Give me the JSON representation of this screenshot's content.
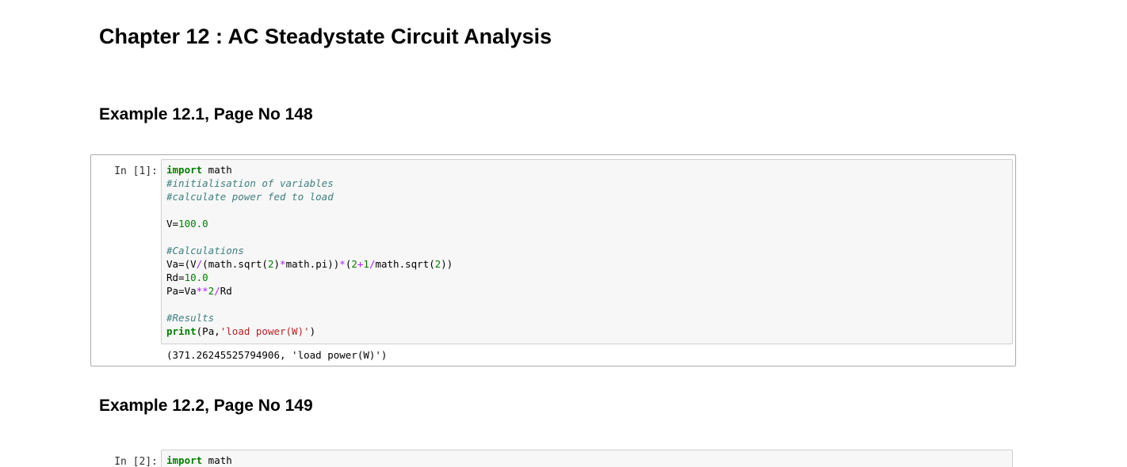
{
  "chapter_title": "Chapter 12 : AC Steadystate Circuit Analysis",
  "sections": [
    {
      "heading": "Example 12.1, Page No 148",
      "cell": {
        "prompt": "In [1]:",
        "code_lines": [
          [
            {
              "t": "kw",
              "v": "import"
            },
            {
              "t": "plain",
              "v": " math"
            }
          ],
          [
            {
              "t": "cm",
              "v": "#initialisation of variables"
            }
          ],
          [
            {
              "t": "cm",
              "v": "#calculate power fed to load"
            }
          ],
          [],
          [
            {
              "t": "plain",
              "v": "V"
            },
            {
              "t": "plain",
              "v": "="
            },
            {
              "t": "num",
              "v": "100.0"
            }
          ],
          [],
          [
            {
              "t": "cm",
              "v": "#Calculations"
            }
          ],
          [
            {
              "t": "plain",
              "v": "Va=(V"
            },
            {
              "t": "op",
              "v": "/"
            },
            {
              "t": "plain",
              "v": "(math.sqrt("
            },
            {
              "t": "num",
              "v": "2"
            },
            {
              "t": "plain",
              "v": ")"
            },
            {
              "t": "op",
              "v": "*"
            },
            {
              "t": "plain",
              "v": "math.pi))"
            },
            {
              "t": "op",
              "v": "*"
            },
            {
              "t": "plain",
              "v": "("
            },
            {
              "t": "num",
              "v": "2"
            },
            {
              "t": "op",
              "v": "+"
            },
            {
              "t": "num",
              "v": "1"
            },
            {
              "t": "op",
              "v": "/"
            },
            {
              "t": "plain",
              "v": "math.sqrt("
            },
            {
              "t": "num",
              "v": "2"
            },
            {
              "t": "plain",
              "v": "))"
            }
          ],
          [
            {
              "t": "plain",
              "v": "Rd="
            },
            {
              "t": "num",
              "v": "10.0"
            }
          ],
          [
            {
              "t": "plain",
              "v": "Pa=Va"
            },
            {
              "t": "op",
              "v": "**"
            },
            {
              "t": "num",
              "v": "2"
            },
            {
              "t": "op",
              "v": "/"
            },
            {
              "t": "plain",
              "v": "Rd"
            }
          ],
          [],
          [
            {
              "t": "cm",
              "v": "#Results"
            }
          ],
          [
            {
              "t": "kw",
              "v": "print"
            },
            {
              "t": "plain",
              "v": "(Pa,"
            },
            {
              "t": "str",
              "v": "'load power(W)'"
            },
            {
              "t": "plain",
              "v": ")"
            }
          ]
        ],
        "output": "(371.26245525794906, 'load power(W)')"
      }
    },
    {
      "heading": "Example 12.2, Page No 149",
      "cell": {
        "prompt": "In [2]:",
        "code_lines": [
          [
            {
              "t": "kw",
              "v": "import"
            },
            {
              "t": "plain",
              "v": " math"
            }
          ]
        ]
      }
    }
  ]
}
